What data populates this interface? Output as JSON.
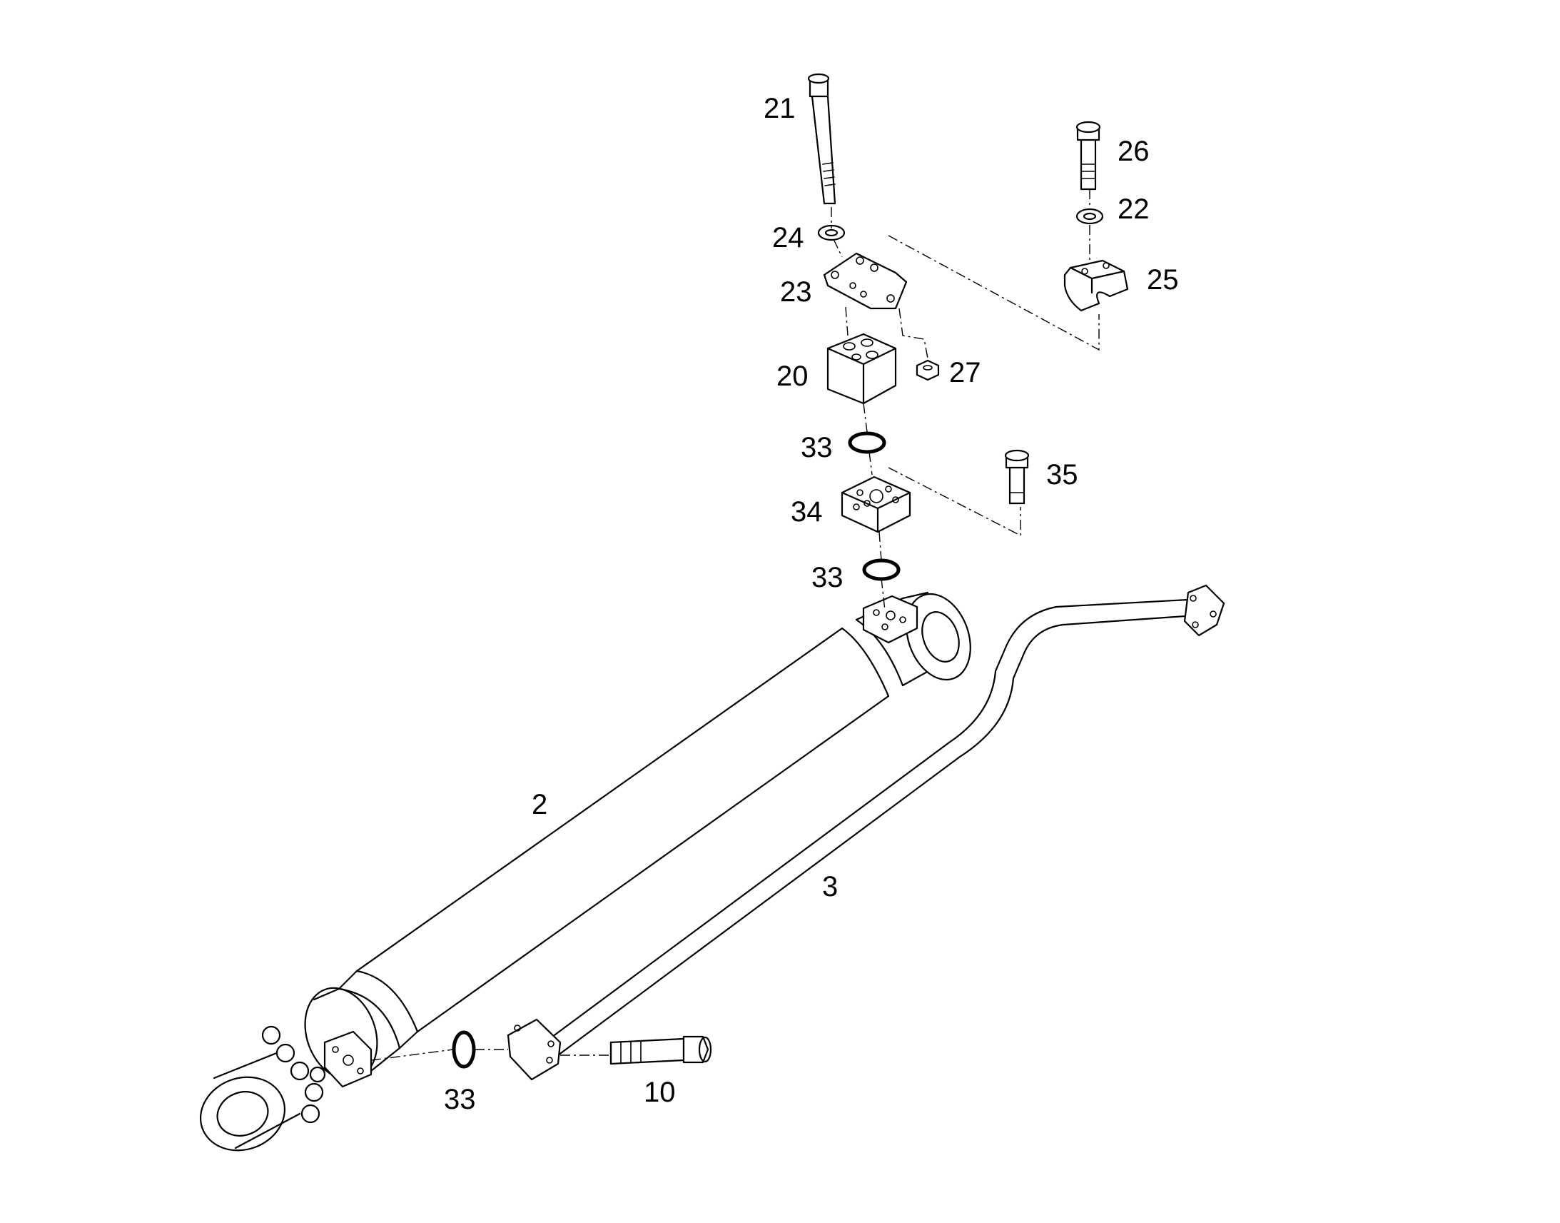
{
  "diagram": {
    "callouts": {
      "c2": "2",
      "c3": "3",
      "c10": "10",
      "c20": "20",
      "c21": "21",
      "c22": "22",
      "c23": "23",
      "c24": "24",
      "c25": "25",
      "c26": "26",
      "c27": "27",
      "c33a": "33",
      "c33b": "33",
      "c33c": "33",
      "c34": "34",
      "c35": "35"
    }
  }
}
